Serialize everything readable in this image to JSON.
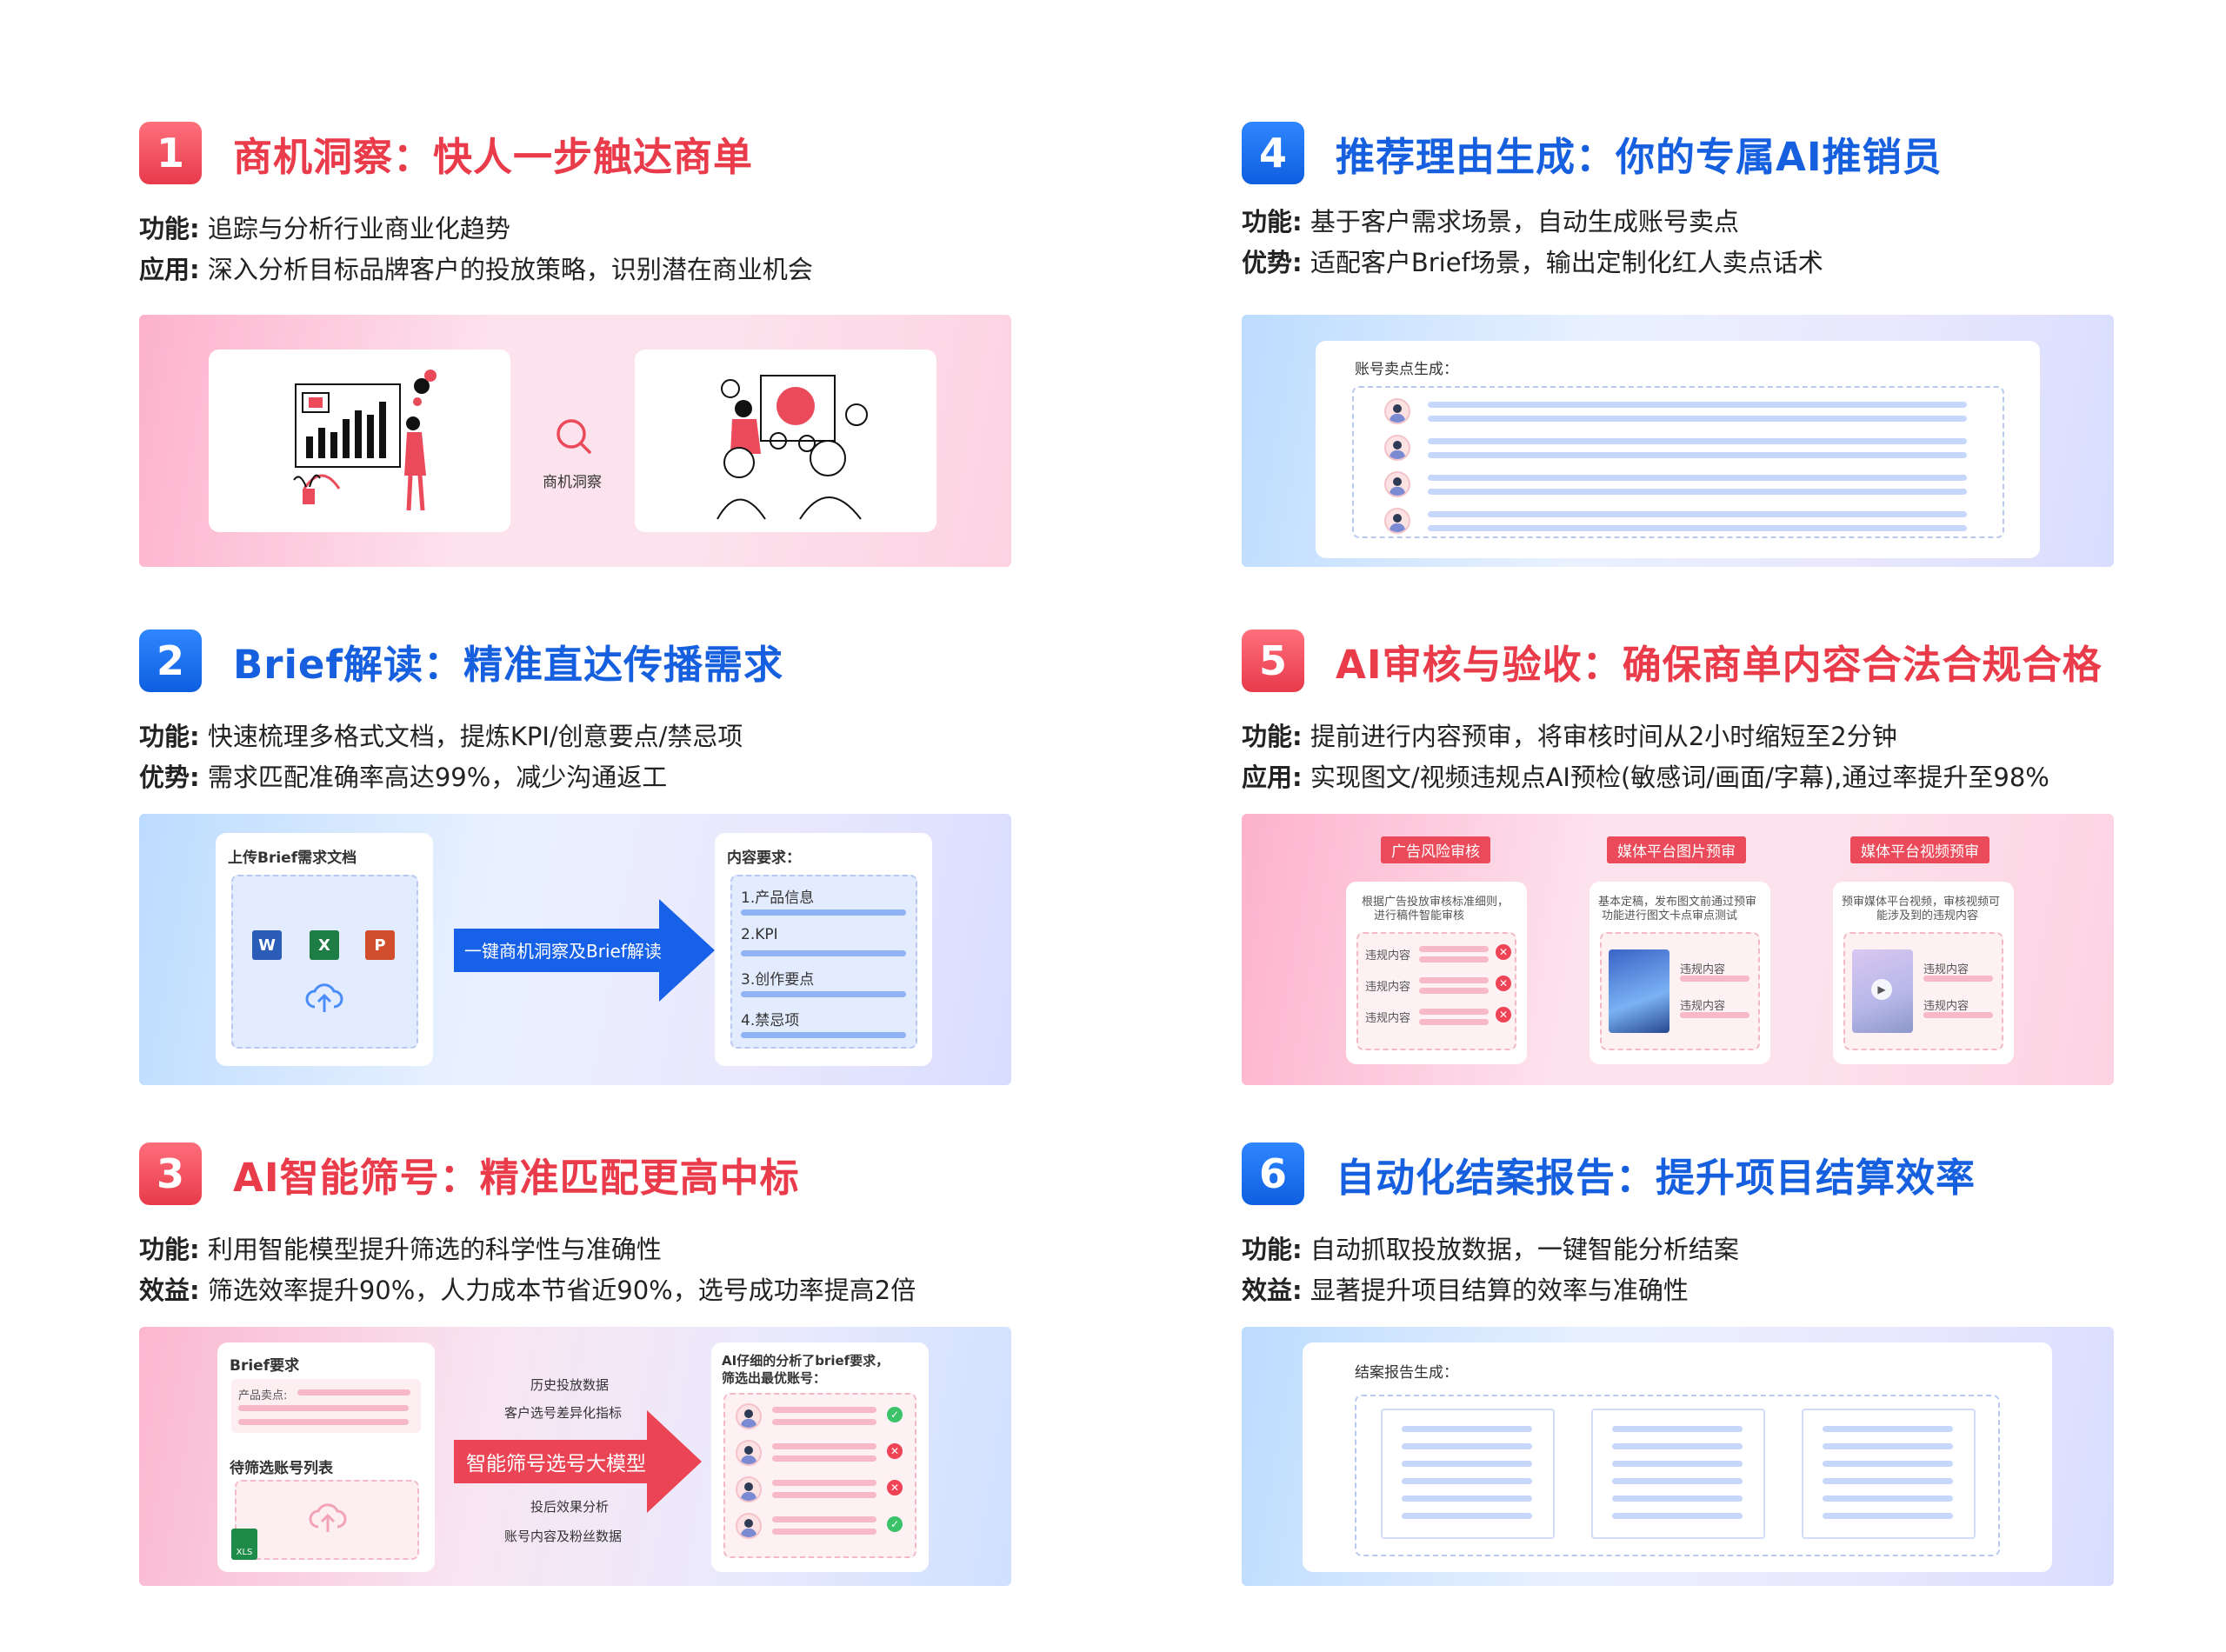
{
  "colors": {
    "red": "#ea3b4b",
    "blue": "#1660e0"
  },
  "sections": [
    {
      "num": "1",
      "title": "商机洞察：快人一步触达商单",
      "line1_key": "功能:",
      "line1_val": " 追踪与分析行业商业化趋势",
      "line2_key": "应用:",
      "line2_val": " 深入分析目标品牌客户的投放策略，识别潜在商业机会",
      "center_label": "商机洞察",
      "icon": "search-icon"
    },
    {
      "num": "2",
      "title": "Brief解读：精准直达传播需求",
      "line1_key": "功能:",
      "line1_val": " 快速梳理多格式文档，提炼KPI/创意要点/禁忌项",
      "line2_key": "优势:",
      "line2_val": " 需求匹配准确率高达99%，减少沟通返工",
      "upload_title": "上传Brief需求文档",
      "arrow_label": "一键商机洞察及Brief解读",
      "req_title": "内容要求：",
      "req_items": [
        "1.产品信息",
        "2.KPI",
        "3.创作要点",
        "4.禁忌项"
      ]
    },
    {
      "num": "3",
      "title": "AI智能筛号：精准匹配更高中标",
      "line1_key": "功能:",
      "line1_val": " 利用智能模型提升筛选的科学性与准确性",
      "line2_key": "效益:",
      "line2_val": " 筛选效率提升90%，人力成本节省近90%，选号成功率提高2倍",
      "brief_title": "Brief要求",
      "brief_field": "产品卖点:",
      "list_title": "待筛选账号列表",
      "file_label": "XLS",
      "inputs_top": [
        "历史投放数据",
        "客户选号差异化指标"
      ],
      "arrow_label": "智能筛号选号大模型",
      "inputs_bottom": [
        "投后效果分析",
        "账号内容及粉丝数据"
      ],
      "result_title1": "AI仔细的分析了brief要求，",
      "result_title2": "筛选出最优账号："
    },
    {
      "num": "4",
      "title": "推荐理由生成：你的专属AI推销员",
      "line1_key": "功能:",
      "line1_val": " 基于客户需求场景，自动生成账号卖点",
      "line2_key": "优势:",
      "line2_val": " 适配客户Brief场景，输出定制化红人卖点话术",
      "card_title": "账号卖点生成："
    },
    {
      "num": "5",
      "title": "AI审核与验收：确保商单内容合法合规合格",
      "line1_key": "功能:",
      "line1_val": " 提前进行内容预审，将审核时间从2小时缩短至2分钟",
      "line2_key": "应用:",
      "line2_val": " 实现图文/视频违规点AI预检(敏感词/画面/字幕),通过率提升至98%",
      "tags": [
        "广告风险审核",
        "媒体平台图片预审",
        "媒体平台视频预审"
      ],
      "desc1": [
        "根据广告投放审核标准细则，",
        "进行稿件智能审核"
      ],
      "desc2": [
        "基本定稿，发布图文前通过预审",
        "功能进行图文卡点审点测试"
      ],
      "desc3": [
        "预审媒体平台视频，审核视频可",
        "能涉及到的违规内容"
      ],
      "violation": "违规内容"
    },
    {
      "num": "6",
      "title": "自动化结案报告：提升项目结算效率",
      "line1_key": "功能:",
      "line1_val": " 自动抓取投放数据，一键智能分析结案",
      "line2_key": "效益:",
      "line2_val": " 显著提升项目结算的效率与准确性",
      "card_title": "结案报告生成："
    }
  ]
}
